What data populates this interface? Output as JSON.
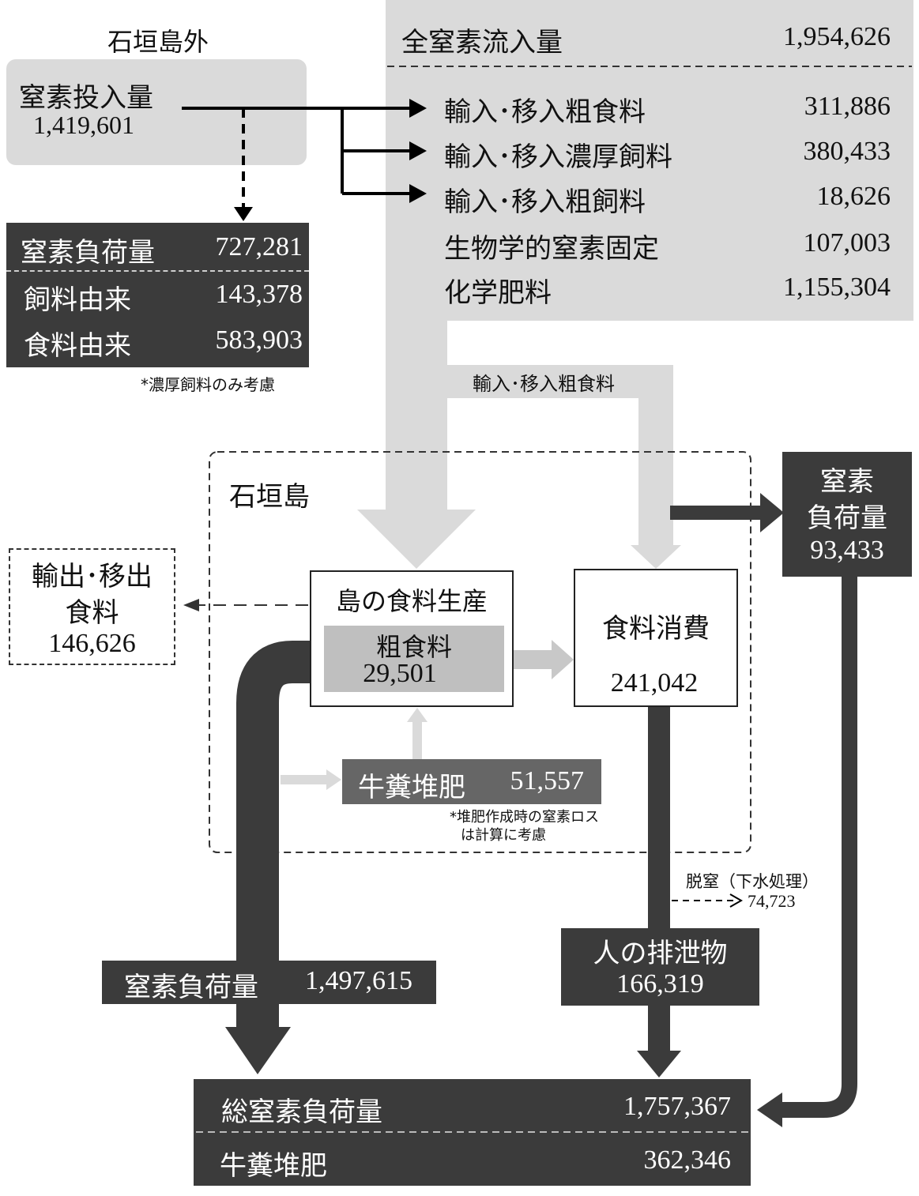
{
  "outside": {
    "title": "石垣島外",
    "input": {
      "label": "窒素投入量",
      "value": "1,419,601"
    },
    "load": {
      "label": "窒素負荷量",
      "value": "727,281"
    },
    "feed": {
      "label": "飼料由来",
      "value": "143,378"
    },
    "food": {
      "label": "食料由来",
      "value": "583,903"
    },
    "note": "*濃厚飼料のみ考慮"
  },
  "inflow": {
    "total": {
      "label": "全窒素流入量",
      "value": "1,954,626"
    },
    "items": [
      {
        "label": "輸入･移入粗食料",
        "value": "311,886"
      },
      {
        "label": "輸入･移入濃厚飼料",
        "value": "380,433"
      },
      {
        "label": "輸入･移入粗飼料",
        "value": "18,626"
      },
      {
        "label": "生物学的窒素固定",
        "value": "107,003"
      },
      {
        "label": "化学肥料",
        "value": "1,155,304"
      }
    ],
    "branch_label": "輸入･移入粗食料"
  },
  "island": {
    "title": "石垣島",
    "production": {
      "title": "島の食料生産",
      "sub_label": "粗食料",
      "sub_value": "29,501"
    },
    "consumption": {
      "title": "食料消費",
      "value": "241,042"
    },
    "manure": {
      "label": "牛糞堆肥",
      "value": "51,557",
      "note_line1": "*堆肥作成時の窒素ロス",
      "note_line2": "は計算に考慮"
    }
  },
  "export": {
    "line1": "輸出･移出",
    "line2": "食料",
    "value": "146,626"
  },
  "right_load": {
    "line1": "窒素",
    "line2": "負荷量",
    "value": "93,433"
  },
  "denitrification": {
    "label": "脱窒（下水処理）",
    "value": "74,723"
  },
  "excreta": {
    "label": "人の排泄物",
    "value": "166,319"
  },
  "left_load": {
    "label": "窒素負荷量",
    "value": "1,497,615"
  },
  "total": {
    "label": "総窒素負荷量",
    "value": "1,757,367",
    "manure_label": "牛糞堆肥",
    "manure_value": "362,346"
  },
  "colors": {
    "dark": "#3b3b3b",
    "light": "#dadada",
    "mid": "#bfbfbf",
    "manure": "#666666"
  }
}
